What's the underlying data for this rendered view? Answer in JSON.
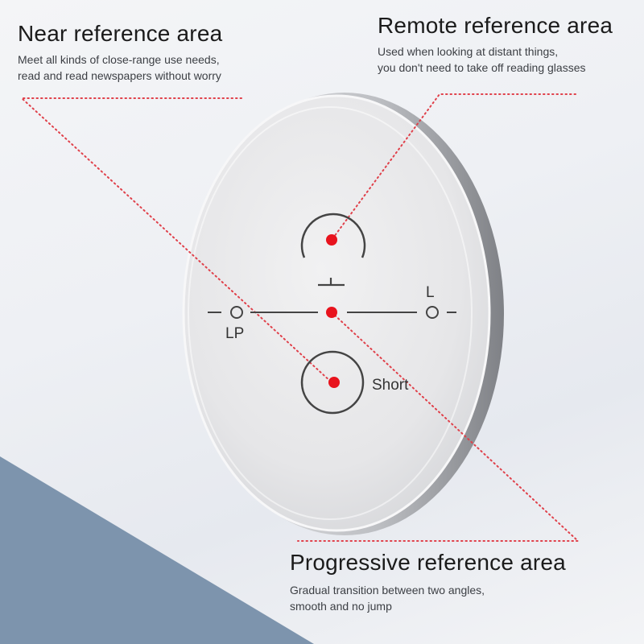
{
  "near": {
    "title": "Near reference area",
    "desc_line1": "Meet all kinds of close-range use needs,",
    "desc_line2": "read and read newspapers without worry"
  },
  "remote": {
    "title": "Remote reference area",
    "desc_line1": "Used when looking at distant things,",
    "desc_line2": "you don't need to take off reading glasses"
  },
  "progressive": {
    "title": "Progressive reference area",
    "desc_line1": "Gradual transition between two angles,",
    "desc_line2": "smooth and no jump"
  },
  "lens": {
    "left_marker_label": "LP",
    "right_marker_label": "L",
    "short_label": "Short"
  },
  "colors": {
    "accent_red": "#e8131d",
    "dotted_line": "#e0404a",
    "corner_blue": "#7d94ad"
  }
}
